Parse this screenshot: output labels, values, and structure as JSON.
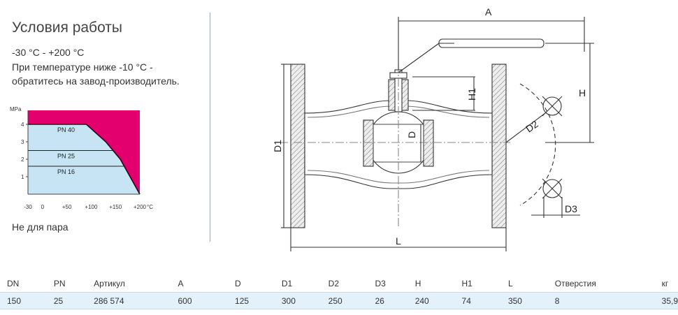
{
  "conditions": {
    "title": "Условия работы",
    "temp_range": "-30 °C - +200 °C",
    "note_line1": "При температуре ниже -10 °C -",
    "note_line2": "обратитесь на завод-производитель.",
    "steam_note": "Не для пара"
  },
  "chart_data": {
    "type": "area",
    "title": "",
    "xlabel": "°C",
    "ylabel": "MPa",
    "x_ticks": [
      "-30",
      "0",
      "+50",
      "+100",
      "+150",
      "+200"
    ],
    "y_ticks": [
      "1",
      "2",
      "3",
      "4"
    ],
    "xlim": [
      -30,
      200
    ],
    "ylim": [
      0,
      4.8
    ],
    "boundary": {
      "x": [
        -30,
        90,
        130,
        160,
        200
      ],
      "y": [
        4,
        4,
        3,
        2,
        0
      ]
    },
    "levels": [
      {
        "label": "PN 40",
        "value": 4
      },
      {
        "label": "PN 25",
        "value": 2.5
      },
      {
        "label": "PN 16",
        "value": 1.6
      }
    ],
    "colors": {
      "safe": "#c6e4f3",
      "unsafe": "#e3006e",
      "line": "#111111"
    }
  },
  "drawing": {
    "dims": {
      "A": "A",
      "H": "H",
      "H1": "H1",
      "D": "D",
      "D1": "D1",
      "D2": "D2",
      "D3": "D3",
      "L": "L"
    }
  },
  "table": {
    "headers": [
      "DN",
      "PN",
      "Артикул",
      "A",
      "D",
      "D1",
      "D2",
      "D3",
      "H",
      "H1",
      "L",
      "Отверстия",
      "кг"
    ],
    "row": [
      "150",
      "25",
      "286 574",
      "600",
      "125",
      "300",
      "250",
      "26",
      "240",
      "74",
      "350",
      "8",
      "35,9"
    ]
  }
}
